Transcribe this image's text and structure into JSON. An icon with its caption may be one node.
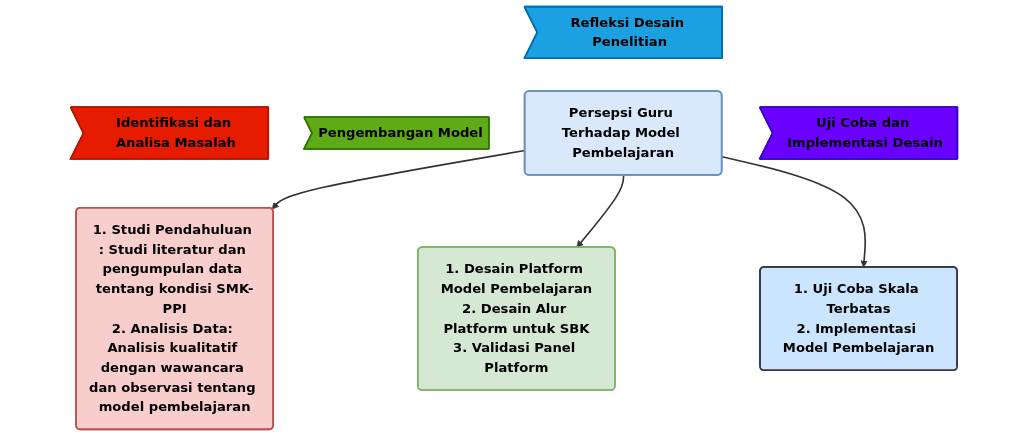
{
  "diagram": {
    "nodes": [
      {
        "text": [
          "Identifikasi dan Analisa Masalah"
        ]
      },
      {
        "text": [
          "Pengembangan Model"
        ]
      },
      {
        "text": [
          "Uji Coba dan Implementasi Desain"
        ]
      },
      {
        "text": [
          "Refleksi Desain Penelitian"
        ]
      },
      {
        "text": [
          "1. Studi Pendahuluan : Studi literatur dan pengumpulan data tentang kondisi SMK-PPI",
          "2. Analisis Data: Analisis kualitatif dengan wawancara dan observasi tentang model pembelajaran"
        ]
      },
      {
        "text": [
          "1. Desain Platform Model Pembelajaran",
          "2. Desain Alur Platform untuk SBK",
          "3. Validasi Panel Platform"
        ]
      },
      {
        "text": [
          "1. Uji Coba Skala Terbatas",
          "2. Implementasi Model Pembelajaran"
        ]
      },
      {
        "text": [
          "Persepsi Guru Terhadap Model Pembelajaran"
        ]
      }
    ],
    "edges": [
      {
        "from": 7,
        "to": 4,
        "arrow": "to"
      },
      {
        "from": 7,
        "to": 5,
        "arrow": "to"
      },
      {
        "from": 7,
        "to": 6,
        "arrow": "to"
      }
    ]
  }
}
